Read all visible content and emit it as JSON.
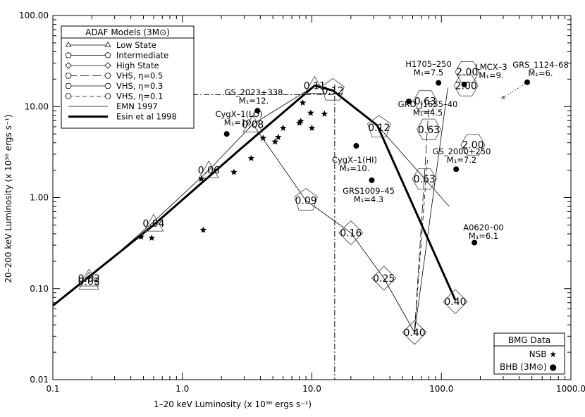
{
  "chart_data": {
    "type": "scatter",
    "xlabel": "1–20 keV Luminosity (x 10³⁶ ergs s⁻¹)",
    "ylabel": "20–200 keV Luminosity (x 10³⁶ ergs s⁻¹)",
    "xscale": "log",
    "yscale": "log",
    "xlim": [
      0.1,
      1000
    ],
    "ylim": [
      0.01,
      100
    ],
    "xticks": [
      "0.1",
      "1.0",
      "10.0",
      "100.0",
      "1000.0"
    ],
    "yticks": [
      "0.01",
      "0.10",
      "1.00",
      "10.00",
      "100.00"
    ],
    "ref_lines": {
      "vertical_x": 15,
      "horizontal_y": 13.5
    },
    "legend_models": {
      "title": "ADAF Models (3M⊙)",
      "entries": [
        "Low State",
        "Intermediate",
        "High State",
        "VHS, η=0.5",
        "VHS, η=0.3",
        "VHS, η=0.1",
        "EMN 1997",
        "Esin et al 1998"
      ]
    },
    "legend_data": {
      "title": "BMG Data",
      "entries": [
        "NSB ★",
        "BHB (3M⊙) ●"
      ]
    },
    "series": [
      {
        "name": "Esin et al 1998",
        "style": "thick",
        "points": [
          [
            0.1,
            0.065
          ],
          [
            0.6,
            0.5
          ],
          [
            2.8,
            3.4
          ],
          [
            10.5,
            17.0
          ],
          [
            14.5,
            15.0
          ],
          [
            32,
            6.2
          ],
          [
            128,
            0.075
          ]
        ]
      },
      {
        "name": "EMN 1997",
        "style": "thin",
        "points": [
          [
            0.19,
            0.13
          ],
          [
            0.58,
            0.52
          ],
          [
            1.6,
            2.0
          ],
          [
            3.5,
            6.4
          ],
          [
            11,
            17.5
          ],
          [
            14.5,
            14.7
          ],
          [
            33,
            5.9
          ],
          [
            115,
            0.8
          ]
        ]
      },
      {
        "name": "Low State",
        "style": "thin",
        "points": [
          [
            3.5,
            6.4
          ],
          [
            9.0,
            0.93
          ],
          [
            20,
            0.41
          ],
          [
            36,
            0.13
          ],
          [
            62,
            0.033
          ]
        ]
      },
      {
        "name": "VHS, η=0.5",
        "style": "dash-long",
        "points": [
          [
            62,
            0.033
          ],
          [
            80,
            10.0
          ]
        ]
      },
      {
        "name": "VHS, η=0.3",
        "style": "thin",
        "points": [
          [
            62,
            0.033
          ],
          [
            112,
            16.0
          ]
        ]
      },
      {
        "name": "VHS, η=0.1",
        "style": "dash",
        "points": [
          [
            62,
            0.033
          ],
          [
            78,
            2.6
          ]
        ]
      }
    ],
    "model_markers": [
      {
        "shape": "tri",
        "x": 0.19,
        "y": 0.13,
        "label": "0.02"
      },
      {
        "shape": "tri",
        "x": 0.19,
        "y": 0.12,
        "label": "0.03"
      },
      {
        "shape": "tri",
        "x": 0.6,
        "y": 0.52,
        "label": "0.04"
      },
      {
        "shape": "tri",
        "x": 1.6,
        "y": 2.0,
        "label": "0.06"
      },
      {
        "shape": "tri",
        "x": 3.5,
        "y": 6.4,
        "label": "0.08"
      },
      {
        "shape": "tri",
        "x": 10.5,
        "y": 17.0,
        "label": "0.11"
      },
      {
        "shape": "pent",
        "x": 14.5,
        "y": 15.0,
        "label": "0.12"
      },
      {
        "shape": "pent",
        "x": 33,
        "y": 5.9,
        "label": "0.12"
      },
      {
        "shape": "pent",
        "x": 9.0,
        "y": 0.93,
        "label": "0.09"
      },
      {
        "shape": "dia",
        "x": 20,
        "y": 0.41,
        "label": "0.16"
      },
      {
        "shape": "dia",
        "x": 36,
        "y": 0.13,
        "label": "0.25"
      },
      {
        "shape": "dia",
        "x": 62,
        "y": 0.033,
        "label": "0.40"
      },
      {
        "shape": "dia",
        "x": 128,
        "y": 0.072,
        "label": "0.40"
      },
      {
        "shape": "hex",
        "x": 75,
        "y": 11.5,
        "label": "0.63"
      },
      {
        "shape": "hex",
        "x": 80,
        "y": 5.6,
        "label": "0.63"
      },
      {
        "shape": "hex",
        "x": 74,
        "y": 1.6,
        "label": "0.63"
      },
      {
        "shape": "hex",
        "x": 158,
        "y": 24.0,
        "label": "2.00"
      },
      {
        "shape": "hex",
        "x": 155,
        "y": 17.0,
        "label": "2.00"
      },
      {
        "shape": "hex",
        "x": 175,
        "y": 3.8,
        "label": "2.00"
      }
    ],
    "nsb_points": [
      [
        0.48,
        0.37
      ],
      [
        0.58,
        0.36
      ],
      [
        1.4,
        1.6
      ],
      [
        1.45,
        0.44
      ],
      [
        2.5,
        1.9
      ],
      [
        3.4,
        2.7
      ],
      [
        4.2,
        4.5
      ],
      [
        5.2,
        4.1
      ],
      [
        5.5,
        4.6
      ],
      [
        6,
        5.8
      ],
      [
        8,
        6.6
      ],
      [
        8.2,
        6.9
      ],
      [
        8.5,
        11.0
      ],
      [
        9.8,
        8.5
      ],
      [
        10.0,
        5.8
      ],
      [
        12.5,
        8.3
      ]
    ],
    "bhb_points": [
      {
        "x": 2.2,
        "y": 5.0
      },
      {
        "x": 3.8,
        "y": 9.0
      },
      {
        "x": 22,
        "y": 3.7
      },
      {
        "x": 29,
        "y": 1.55
      },
      {
        "x": 56,
        "y": 11.4
      },
      {
        "x": 95,
        "y": 18.2
      },
      {
        "x": 150,
        "y": 17.5
      },
      {
        "x": 460,
        "y": 18.5
      },
      {
        "x": 130,
        "y": 2.05
      },
      {
        "x": 180,
        "y": 0.32
      }
    ],
    "annotations": [
      {
        "name": "GS_2023+338",
        "lines": [
          "GS_2023+338",
          "M₁=12."
        ]
      },
      {
        "name": "CygX-1(LO)",
        "lines": [
          "CygX–1(LO)",
          "M₁=10."
        ]
      },
      {
        "name": "CygX-1(HI)",
        "lines": [
          "CygX–1(HI)",
          "M₁=10."
        ]
      },
      {
        "name": "GRS1009-45",
        "lines": [
          "GRS1009–45",
          "M₁=4.3"
        ]
      },
      {
        "name": "H1705-250",
        "lines": [
          "H1705–250",
          "M₁=7.5"
        ]
      },
      {
        "name": "GRO_J1655-40",
        "lines": [
          "GRO_J1655–40",
          "M₁=4.5"
        ]
      },
      {
        "name": "LMCX-3",
        "lines": [
          "LMCX–3",
          "M₁=9."
        ]
      },
      {
        "name": "GRS_1124-68",
        "lines": [
          "GRS_1124–68",
          "M₁=6."
        ]
      },
      {
        "name": "GS_2000+250",
        "lines": [
          "GS_2000+250",
          "M₁=7.2"
        ]
      },
      {
        "name": "A0620-00",
        "lines": [
          "A0620–00",
          "M₁=6.1"
        ]
      }
    ]
  }
}
